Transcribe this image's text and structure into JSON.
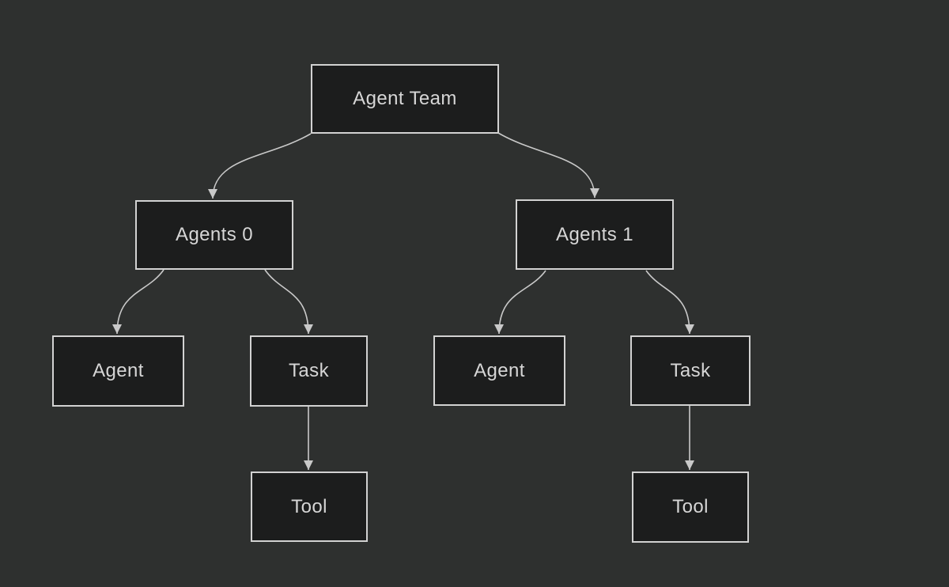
{
  "diagram": {
    "type": "tree",
    "nodes": {
      "agent_team": {
        "label": "Agent Team"
      },
      "agents_0": {
        "label": "Agents 0"
      },
      "agents_1": {
        "label": "Agents 1"
      },
      "agent_left": {
        "label": "Agent"
      },
      "task_left": {
        "label": "Task"
      },
      "tool_left": {
        "label": "Tool"
      },
      "agent_right": {
        "label": "Agent"
      },
      "task_right": {
        "label": "Task"
      },
      "tool_right": {
        "label": "Tool"
      }
    },
    "edges": [
      {
        "from": "agent_team",
        "to": "agents_0",
        "style": "curved",
        "arrow": "filled-triangle"
      },
      {
        "from": "agent_team",
        "to": "agents_1",
        "style": "curved",
        "arrow": "filled-triangle"
      },
      {
        "from": "agents_0",
        "to": "agent_left",
        "style": "curved",
        "arrow": "filled-triangle"
      },
      {
        "from": "agents_0",
        "to": "task_left",
        "style": "curved",
        "arrow": "filled-triangle"
      },
      {
        "from": "agents_1",
        "to": "agent_right",
        "style": "curved",
        "arrow": "filled-triangle"
      },
      {
        "from": "agents_1",
        "to": "task_right",
        "style": "curved",
        "arrow": "filled-triangle"
      },
      {
        "from": "task_left",
        "to": "tool_left",
        "style": "straight",
        "arrow": "filled-triangle"
      },
      {
        "from": "task_right",
        "to": "tool_right",
        "style": "straight",
        "arrow": "filled-triangle"
      }
    ],
    "colors": {
      "background": "#2e302f",
      "node_fill": "#1c1d1d",
      "node_border": "#d2d2d2",
      "text": "#d6d6d6",
      "edge": "#c9c9c9"
    }
  }
}
